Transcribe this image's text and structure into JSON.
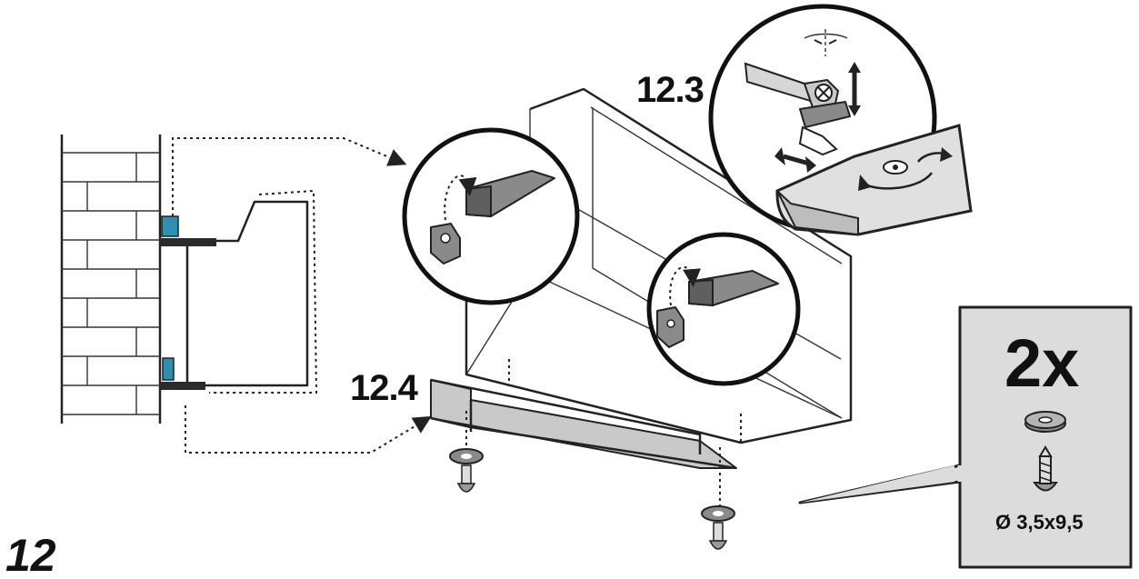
{
  "figure": {
    "step_number": "12",
    "detail_top": {
      "label": "12.3"
    },
    "detail_bottom": {
      "label": "12.4"
    },
    "parts_box": {
      "quantity": "2x",
      "screw_size": "Ø 3,5x9,5"
    }
  },
  "colors": {
    "outline": "#222222",
    "part_fill": "#8a8a8a",
    "callout_bg": "#dcdcdc",
    "bracket_accent": "#2f8fb0"
  }
}
